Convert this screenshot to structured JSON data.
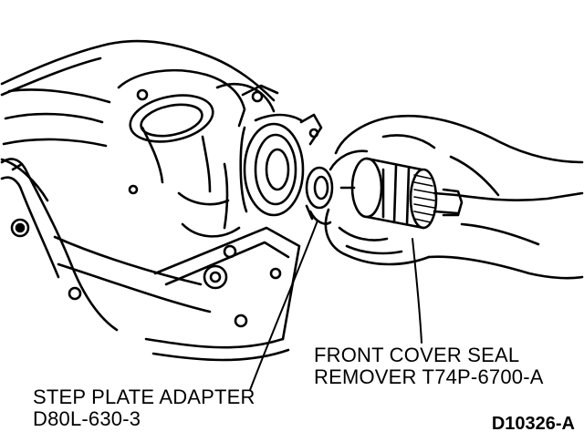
{
  "callouts": {
    "step_plate_adapter": {
      "line1": "STEP PLATE ADAPTER",
      "line2": "D80L-630-3"
    },
    "seal_remover": {
      "line1": "FRONT COVER SEAL",
      "line2": "REMOVER T74P-6700-A"
    }
  },
  "figure_code": "D10326-A"
}
